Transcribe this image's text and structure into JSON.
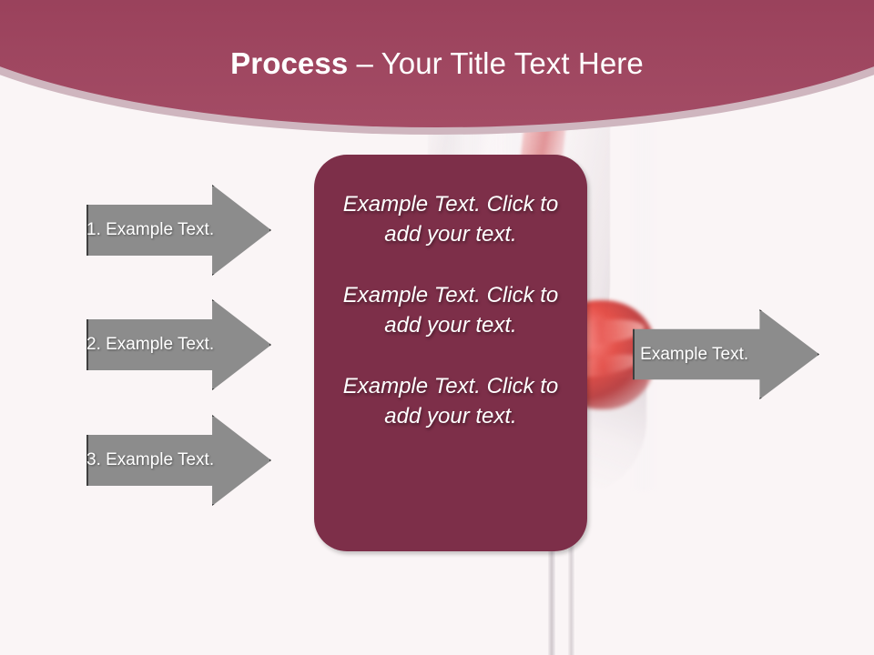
{
  "slide": {
    "background_color": "#faf5f6",
    "header": {
      "gradient_top": "#66253e",
      "gradient_bottom": "#a44c65",
      "band_color": "#cfb6bf",
      "title_strong": "Process",
      "title_light": " – Your Title Text Here",
      "title_color": "#ffffff"
    },
    "photo": {
      "name": "wine-glass-photo",
      "wine_color": "#b02628",
      "pour_color": "#d66e72",
      "glass_color": "#ded6da"
    },
    "left_arrows": [
      {
        "label": "1. Example Text."
      },
      {
        "label": "2. Example Text."
      },
      {
        "label": "3. Example Text."
      }
    ],
    "right_arrow": {
      "label": "Example Text."
    },
    "arrow_style": {
      "fill": "#8c8c8c",
      "border": "#3f3f3f",
      "text_color": "#ffffff"
    },
    "center_box": {
      "fill": "#7d2f49",
      "text_color": "#ffffff",
      "paragraphs": [
        "Example Text. Click  to add your text.",
        "Example Text. Click  to add your text.",
        "Example Text. Click  to add your text."
      ]
    }
  }
}
